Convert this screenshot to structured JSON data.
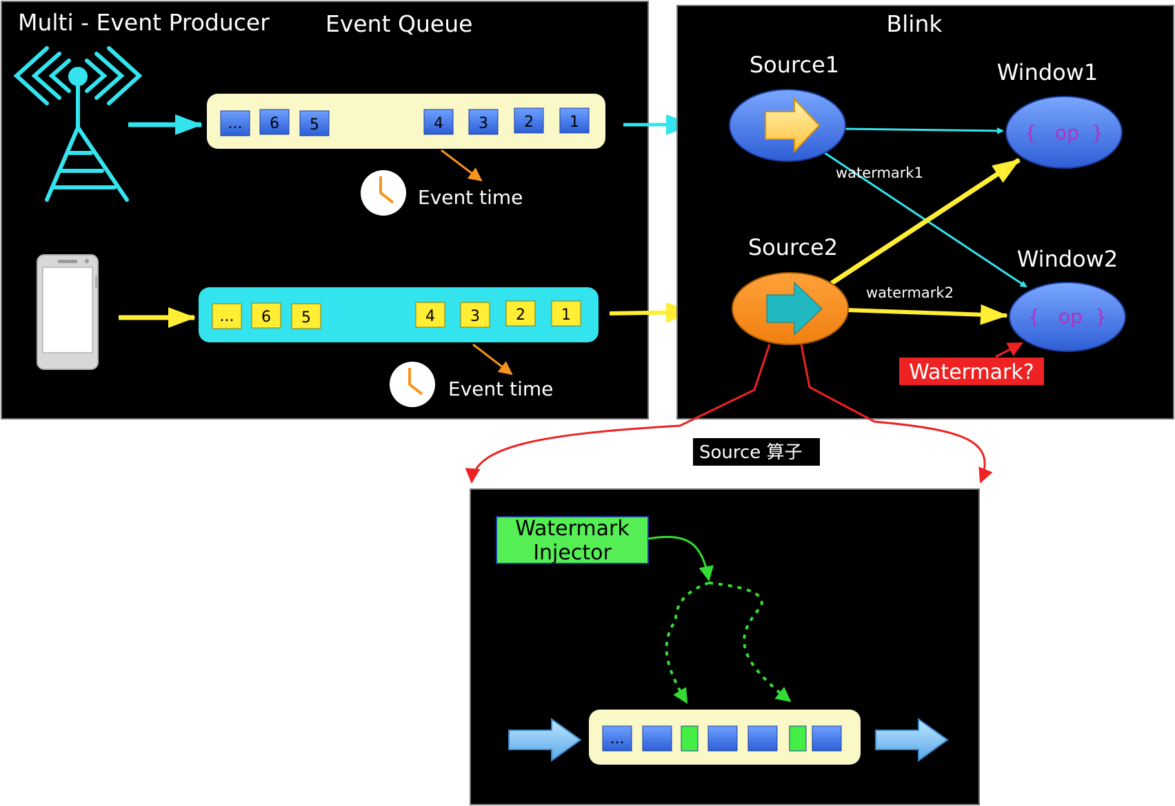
{
  "producer_panel": {
    "title": "Multi - Event Producer",
    "queue_title": "Event Queue",
    "queue1": {
      "items": [
        "...",
        "6",
        "5",
        "4",
        "3",
        "2",
        "1"
      ],
      "event_time_label": "Event time"
    },
    "queue2": {
      "items": [
        "...",
        "6",
        "5",
        "4",
        "3",
        "2",
        "1"
      ],
      "event_time_label": "Event time"
    }
  },
  "blink_panel": {
    "title": "Blink",
    "source1": "Source1",
    "source2": "Source2",
    "window1": "Window1",
    "window2": "Window2",
    "op1": "{   op  }",
    "op2": "{   op  }",
    "watermark1": "watermark1",
    "watermark2": "watermark2",
    "watermark_question": "Watermark?"
  },
  "source_operator_label": "Source 算子",
  "injector_panel": {
    "injector_label_line1": "Watermark",
    "injector_label_line2": "Injector",
    "stream_items": [
      "..."
    ]
  },
  "colors": {
    "cyan": "#33e4ee",
    "yellow": "#ffee33",
    "blue_box": "#3d7be8",
    "orange": "#f7941d",
    "red": "#ee2222",
    "green": "#44ee44",
    "cream": "#fbf8c8"
  }
}
